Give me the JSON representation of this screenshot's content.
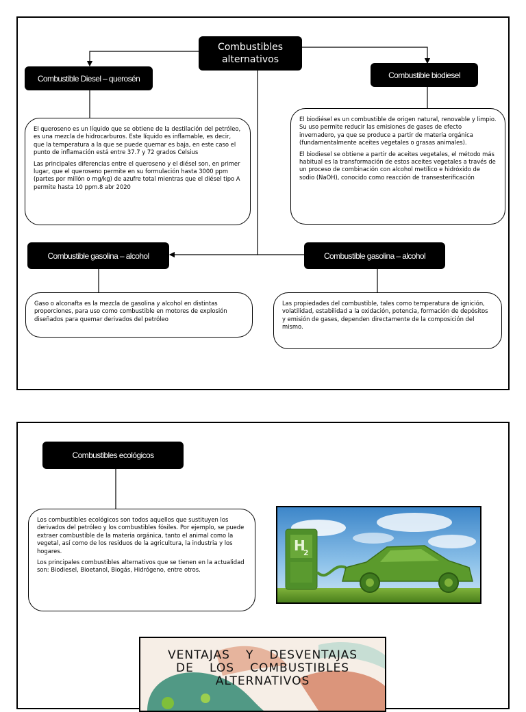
{
  "diagram1": {
    "center_label": "Combustibles alternativos",
    "nodes": {
      "diesel": "Combustible Diesel – querosén",
      "biodiesel": "Combustible biodiesel",
      "gasolina_left": "Combustible gasolina – alcohol",
      "gasolina_right": "Combustible gasolina – alcohol"
    },
    "texts": {
      "diesel_p1": "El queroseno es un líquido que se obtiene de la destilación del petróleo, es una mezcla de hidrocarburos. Este líquido es inflamable, es decir, que la temperatura a la que se puede quemar es baja, en este caso el punto de inflamación está entre 37.7 y 72 grados Celsius",
      "diesel_p2": "Las principales diferencias entre el queroseno y el diésel son, en primer lugar, que el queroseno permite en su formulación hasta 3000 ppm (partes por millón o mg/kg) de azufre total mientras que el diésel tipo A permite hasta 10 ppm.8 abr 2020",
      "biodiesel_p1": "El biodiésel es un combustible de origen natural, renovable y limpio. Su uso permite reducir las emisiones de gases de efecto invernadero, ya que se produce a partir de materia orgánica (fundamentalmente aceites vegetales o grasas animales).",
      "biodiesel_p2": "El biodiesel se obtiene a partir de aceites vegetales, el método más habitual es la transformación de estos aceites vegetales a través de un proceso de combinación con alcohol metílico e hidróxido de sodio (NaOH), conocido como reacción de transesterificación",
      "gasolina_left_p1": "Gaso o alconafta es la mezcla de gasolina y alcohol en distintas proporciones, para uso como combustible en motores de explosión diseñados para quemar derivados del petróleo",
      "gasolina_right_p1": "Las propiedades del combustible, tales como temperatura de ignición, volatilidad, estabilidad a la oxidación, potencia, formación de depósitos y emisión de gases, dependen directamente de la composición del mismo."
    }
  },
  "diagram2": {
    "node_label": "Combustibles ecológicos",
    "text_p1": "Los combustibles ecológicos son todos aquellos que sustituyen los derivados del petróleo y los combustibles fósiles. Por ejemplo, se puede extraer combustible de la materia orgánica, tanto el animal como la vegetal, así como de los residuos de la agricultura, la industria y los hogares.",
    "text_p2": "Los principales combustibles alternativos que se tienen en la actualidad son: Biodiesel, Bioetanol, Biogás, Hidrógeno, entre otros.",
    "h2_label": "H",
    "h2_sub": "2"
  },
  "banner": {
    "line1": "VENTAJAS Y DESVENTAJAS",
    "line2": "DE LOS COMBUSTIBLES",
    "line3": "ALTERNATIVOS"
  }
}
